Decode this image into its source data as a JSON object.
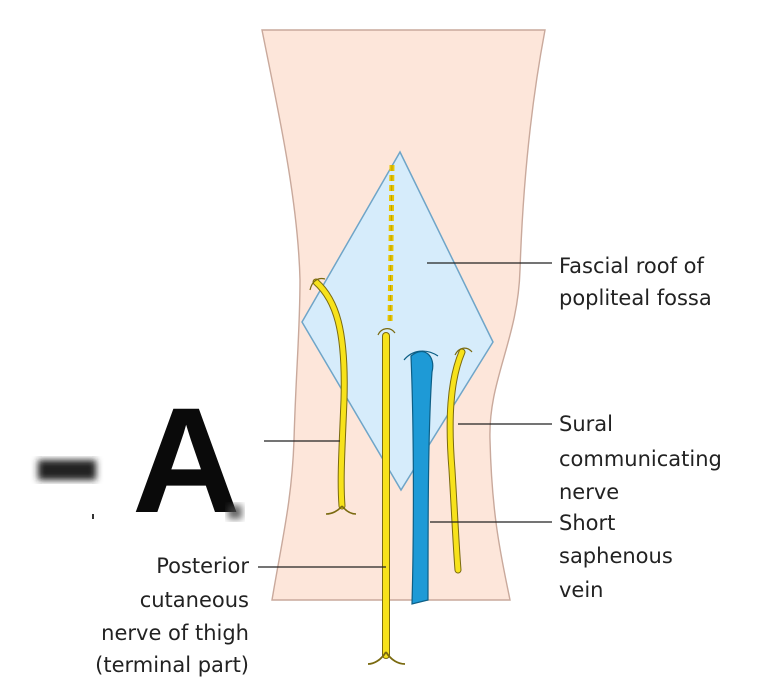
{
  "overlay_letter": "A",
  "labels": {
    "fascial_roof": [
      "Fascial roof of",
      "popliteal fossa"
    ],
    "sural": [
      "Sural",
      "communicating",
      "nerve"
    ],
    "short_saphenous": [
      "Short",
      "saphenous",
      "vein"
    ],
    "posterior_cutaneous": [
      "Posterior",
      "cutaneous",
      "nerve of thigh",
      "(terminal part)"
    ]
  },
  "colors": {
    "skin": "#fde6da",
    "skin_outline": "#c9a99c",
    "fascia": "#d6ecfb",
    "fascia_outline": "#6fa5c8",
    "nerve": "#f7e21b",
    "nerve_outline": "#7a6a10",
    "vein": "#1e9ad6",
    "vein_outline": "#0d5f86"
  }
}
